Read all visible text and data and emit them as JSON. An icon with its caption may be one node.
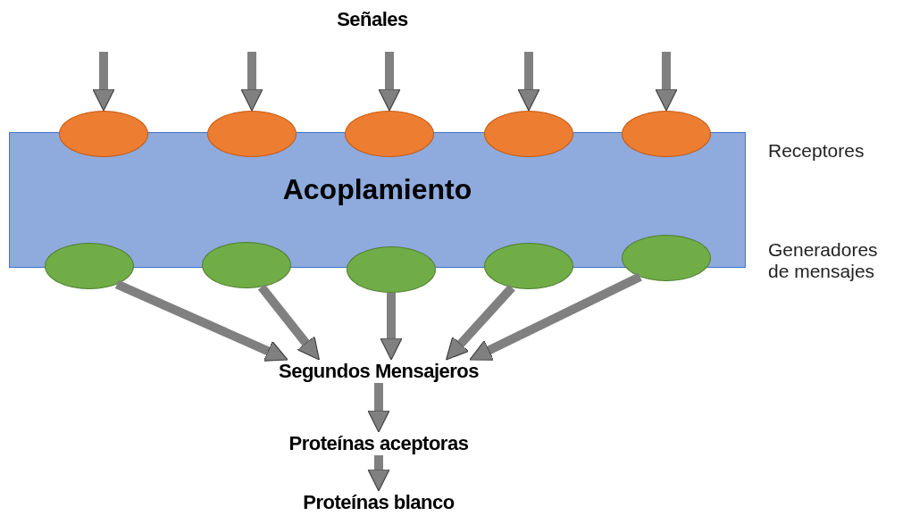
{
  "diagram": {
    "nodes": [
      {
        "text": [
          "Señales"
        ]
      },
      {
        "text": [
          "Acoplamiento"
        ]
      },
      {
        "text": [],
        "shape": "circle"
      },
      {
        "text": [],
        "shape": "circle"
      },
      {
        "text": [],
        "shape": "circle"
      },
      {
        "text": [],
        "shape": "circle"
      },
      {
        "text": [],
        "shape": "circle"
      },
      {
        "text": [],
        "shape": "circle"
      },
      {
        "text": [],
        "shape": "circle"
      },
      {
        "text": [],
        "shape": "circle"
      },
      {
        "text": [],
        "shape": "circle"
      },
      {
        "text": [],
        "shape": "circle"
      },
      {
        "text": [
          "Segundos Mensajeros"
        ]
      },
      {
        "text": [
          "Proteínas aceptoras"
        ]
      },
      {
        "text": [
          "Proteínas blanco"
        ]
      }
    ],
    "edges": [
      {
        "from": null,
        "to": 2,
        "arrow": "to"
      },
      {
        "from": null,
        "to": 3,
        "arrow": "to"
      },
      {
        "from": null,
        "to": 4,
        "arrow": "to"
      },
      {
        "from": null,
        "to": 5,
        "arrow": "to"
      },
      {
        "from": null,
        "to": 6,
        "arrow": "to"
      },
      {
        "from": 7,
        "to": 12,
        "arrow": "to"
      },
      {
        "from": 8,
        "to": 12,
        "arrow": "to"
      },
      {
        "from": 9,
        "to": 12,
        "arrow": "to"
      },
      {
        "from": 10,
        "to": 12,
        "arrow": "to"
      },
      {
        "from": 11,
        "to": 12,
        "arrow": "to"
      },
      {
        "from": 12,
        "to": 13,
        "arrow": "to"
      },
      {
        "from": 13,
        "to": 14,
        "arrow": "to"
      }
    ],
    "labels": [
      "Receptores",
      "Generadores de mensajes"
    ]
  }
}
